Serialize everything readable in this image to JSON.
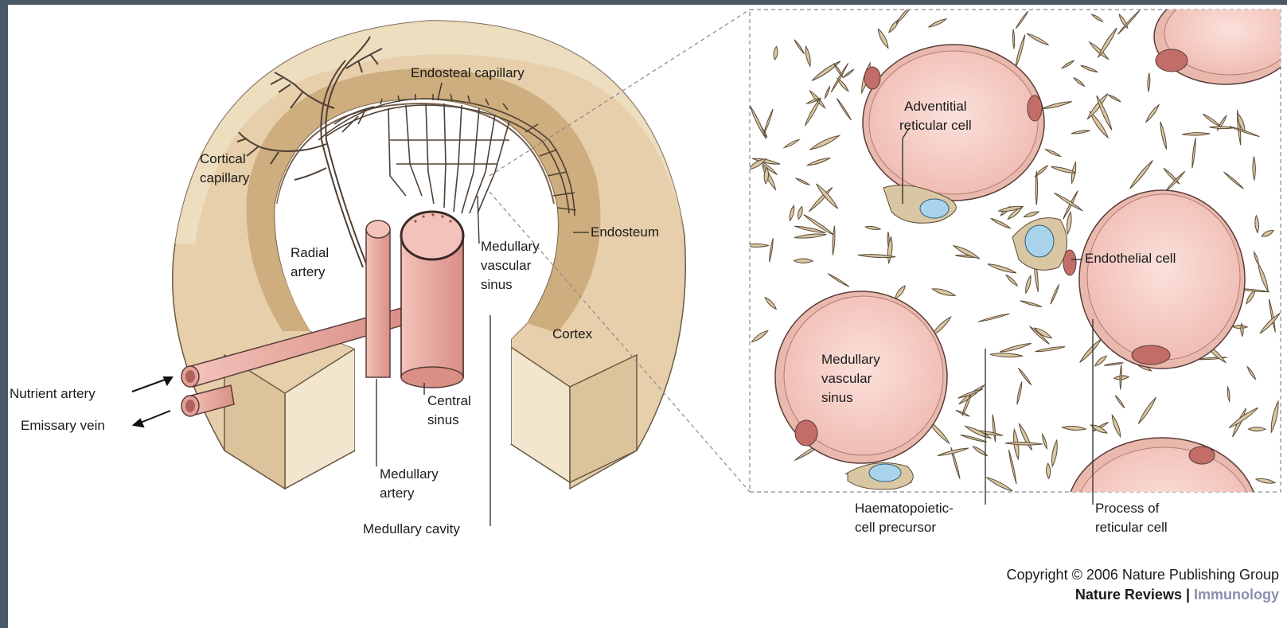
{
  "diagram": {
    "left": {
      "labels": {
        "endosteal_capillary": "Endosteal capillary",
        "cortical_capillary": "Cortical\ncapillary",
        "radial_artery": "Radial\nartery",
        "medullary_vascular_sinus": "Medullary\nvascular\nsinus",
        "endosteum": "Endosteum",
        "cortex": "Cortex",
        "nutrient_artery": "Nutrient artery",
        "emissary_vein": "Emissary vein",
        "central_sinus": "Central\nsinus",
        "medullary_artery": "Medullary\nartery",
        "medullary_cavity": "Medullary cavity"
      }
    },
    "right": {
      "labels": {
        "adventitial_reticular_cell": "Adventitial\nreticular cell",
        "endothelial_cell": "Endothelial cell",
        "medullary_vascular_sinus": "Medullary\nvascular\nsinus",
        "haematopoietic_precursor": "Haematopoietic-\ncell precursor",
        "process_of_reticular_cell": "Process of\nreticular cell"
      }
    }
  },
  "credit": {
    "copyright": "Copyright © 2006 Nature Publishing Group",
    "journal": "Nature Reviews",
    "separator": " | ",
    "section": "Immunology"
  },
  "colors": {
    "bone_outer": "#ead8bb",
    "bone_mid": "#d4b98f",
    "bone_dark": "#b89566",
    "vessel": "#eeb1a8",
    "vessel_dark": "#c26d68",
    "sinus_fill": "#f6cfc8",
    "reticular": "#d9c6a2",
    "nucleus": "#a9d3ea",
    "background": "#4a5866"
  }
}
